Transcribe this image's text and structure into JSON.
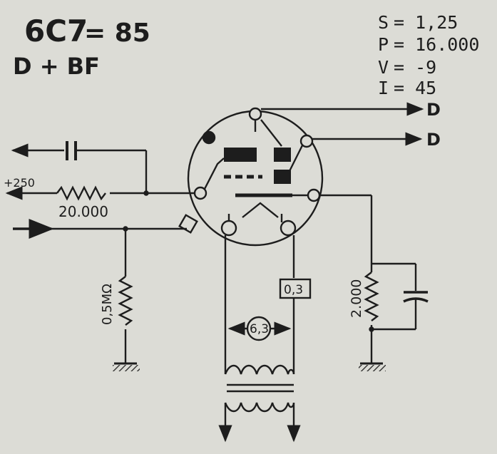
{
  "tube": {
    "name": "6C7",
    "equiv": "= 85",
    "function": "D + BF"
  },
  "specs": [
    {
      "sym": "S",
      "val": "= 1,25"
    },
    {
      "sym": "P",
      "val": "= 16.000"
    },
    {
      "sym": "V",
      "val": "= -9"
    },
    {
      "sym": "I",
      "val": "= 45"
    }
  ],
  "labels": {
    "supply": "+250",
    "plate_resistor": "20.000",
    "grid_resistor": "0,5MΩ",
    "cathode_resistor": "2.000",
    "heater_current": "0,3",
    "heater_voltage": "6,3",
    "diode_out_1": "D",
    "diode_out_2": "D"
  }
}
